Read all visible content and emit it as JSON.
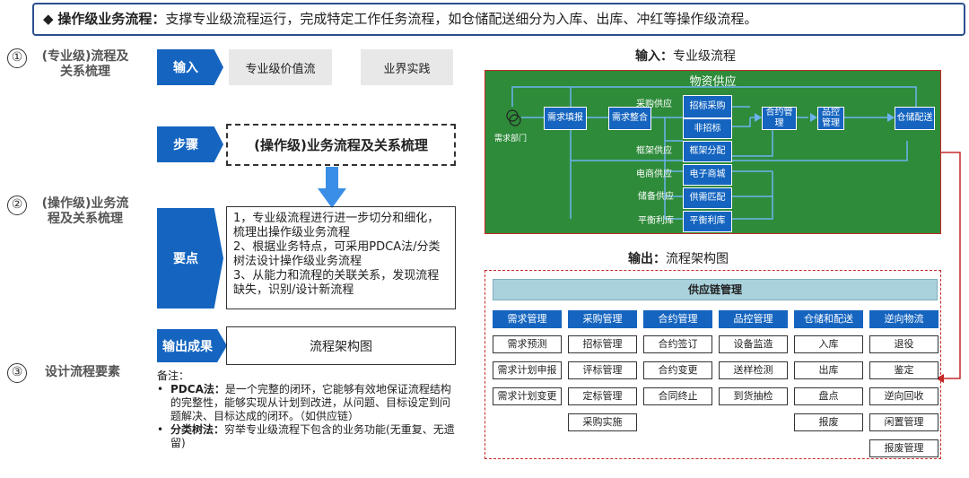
{
  "banner": {
    "bullet": "◆",
    "title": "操作级业务流程：",
    "text": "支撑专业级流程运行，完成特定工作任务流程，如仓储配送细分为入库、出库、冲红等操作级流程。"
  },
  "sections": [
    {
      "num": "①",
      "label": "(专业级)流程及关系梳理"
    },
    {
      "num": "②",
      "label": "(操作级)业务流程及关系梳理"
    },
    {
      "num": "③",
      "label": "设计流程要素"
    }
  ],
  "left": {
    "input_label": "输入",
    "input_items": [
      "专业级价值流",
      "业界实践"
    ],
    "step_label": "步骤",
    "step_text": "(操作级)业务流程及关系梳理",
    "points_label": "要点",
    "points": [
      "1，专业级流程进行进一步切分和细化，梳理出操作级业务流程",
      "2、根据业务特点，可采用PDCA法/分类树法设计操作级业务流程",
      "3、从能力和流程的关联关系，发现流程缺失，识别/设计新流程"
    ],
    "output_label": "输出成果",
    "output_text": "流程架构图",
    "note_title": "备注：",
    "notes": [
      {
        "term": "PDCA法：",
        "text": "是一个完整的闭环，它能够有效地保证流程结构的完整性，能够实现从计划到改进，从问题、目标设定到问题解决、目标达成的闭环。（如供应链）"
      },
      {
        "term": "分类树法：",
        "text": "穷举专业级流程下包含的业务功能(无重复、无遗留)"
      }
    ]
  },
  "input_diagram": {
    "caption_bold": "输入：",
    "caption": "专业级流程",
    "title": "物资供应",
    "requester": "需求部门",
    "nodes": {
      "need_report": "需求填报",
      "need_merge": "需求整合",
      "bid": "招标采购",
      "nonbid": "非招标",
      "framework": "框架分配",
      "ecommerce": "电子商城",
      "supply": "供需匹配",
      "balance": "平衡利库",
      "contract": "合约管理",
      "quality": "品控管理",
      "warehouse": "仓储配送"
    },
    "branch_labels": {
      "purchase": "采购供应",
      "framework": "框架供应",
      "ecommerce": "电商供应",
      "reserve": "储备供应",
      "balance": "平衡利库"
    }
  },
  "output_diagram": {
    "caption_bold": "输出：",
    "caption": "流程架构图",
    "title": "供应链管理",
    "columns": [
      {
        "header": "需求管理",
        "items": [
          "需求预测",
          "需求计划申报",
          "需求计划变更"
        ]
      },
      {
        "header": "采购管理",
        "items": [
          "招标管理",
          "评标管理",
          "定标管理",
          "采购实施"
        ]
      },
      {
        "header": "合约管理",
        "items": [
          "合约签订",
          "合约变更",
          "合同终止"
        ]
      },
      {
        "header": "品控管理",
        "items": [
          "设备监造",
          "送样检测",
          "到货抽检"
        ]
      },
      {
        "header": "仓储和配送",
        "items": [
          "入库",
          "出库",
          "盘点",
          "报废"
        ]
      },
      {
        "header": "逆向物流",
        "items": [
          "退役",
          "鉴定",
          "逆向回收",
          "闲置管理",
          "报废管理"
        ]
      }
    ]
  },
  "colors": {
    "accent": "#1565c0",
    "green": "#2e8b3a",
    "red_border": "#c62828",
    "banner_border": "#2a4f8f",
    "header_bar": "#a9d2dc"
  }
}
